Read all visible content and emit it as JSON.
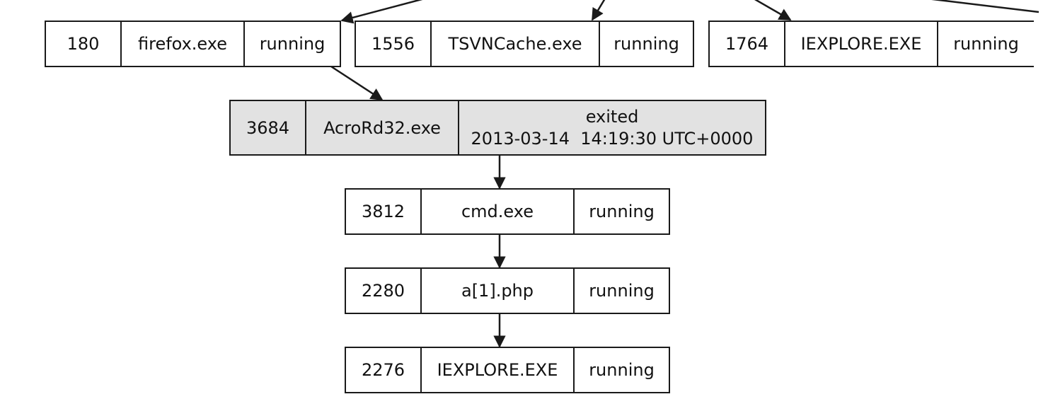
{
  "processes": {
    "firefox": {
      "pid": "180",
      "name": "firefox.exe",
      "status": "running"
    },
    "tsvncache": {
      "pid": "1556",
      "name": "TSVNCache.exe",
      "status": "running"
    },
    "iexplore_top": {
      "pid": "1764",
      "name": "IEXPLORE.EXE",
      "status": "running"
    },
    "acrord32": {
      "pid": "3684",
      "name": "AcroRd32.exe",
      "status": "exited",
      "exit_time": "2013-03-14  14:19:30 UTC+0000"
    },
    "cmd": {
      "pid": "3812",
      "name": "cmd.exe",
      "status": "running"
    },
    "a1php": {
      "pid": "2280",
      "name": "a[1].php",
      "status": "running"
    },
    "iexplore_child": {
      "pid": "2276",
      "name": "IEXPLORE.EXE",
      "status": "running"
    }
  },
  "colors": {
    "line": "#1a1a1a",
    "exited_fill": "#e2e2e2",
    "running_fill": "#ffffff"
  }
}
